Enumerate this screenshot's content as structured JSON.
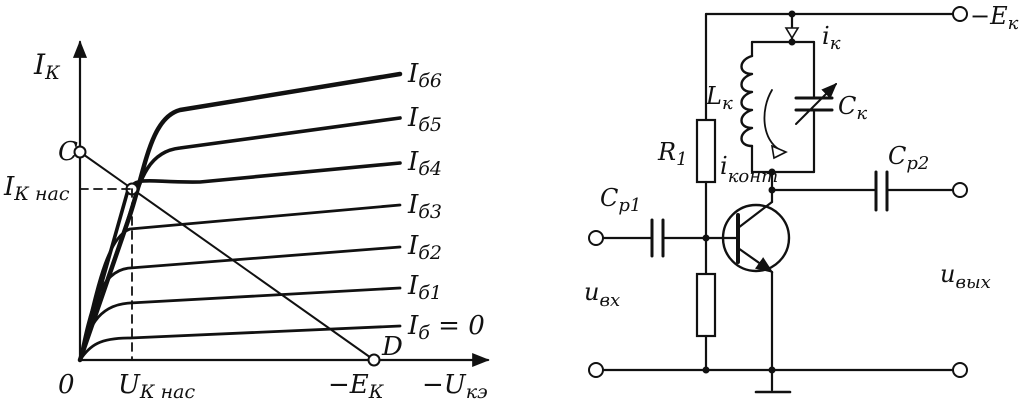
{
  "graph": {
    "axis_y": "I",
    "axis_y_sub": "К",
    "axis_x": "−U",
    "axis_x_sub": "кэ",
    "origin": "0",
    "point_c": "C",
    "point_d": "D",
    "i_k_nas": "I",
    "i_k_nas_sub": "К нас",
    "u_k_nas": "U",
    "u_k_nas_sub": "К нас",
    "minus_ek": "−E",
    "minus_ek_sub": "К",
    "curve_labels": [
      {
        "main": "I",
        "sub": "б6"
      },
      {
        "main": "I",
        "sub": "б5"
      },
      {
        "main": "I",
        "sub": "б4"
      },
      {
        "main": "I",
        "sub": "б3"
      },
      {
        "main": "I",
        "sub": "б2"
      },
      {
        "main": "I",
        "sub": "б1"
      },
      {
        "main": "I",
        "sub": "б",
        "suffix": " = 0"
      }
    ]
  },
  "circuit": {
    "minus_ek": "−E",
    "minus_ek_sub": "к",
    "ik": "i",
    "ik_sub": "к",
    "lk": "L",
    "lk_sub": "к",
    "ck": "C",
    "ck_sub": "к",
    "r1": "R",
    "r1_sub": "1",
    "i_kont": "i",
    "i_kont_sub": "конт",
    "cp1": "C",
    "cp1_sub": "р1",
    "cp2": "C",
    "cp2_sub": "р2",
    "u_in": "u",
    "u_in_sub": "вх",
    "u_out": "u",
    "u_out_sub": "вых"
  }
}
